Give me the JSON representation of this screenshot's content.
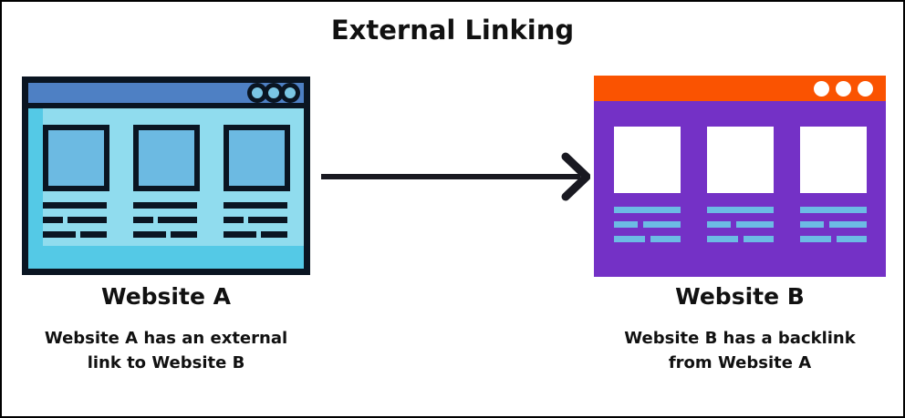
{
  "title": "External Linking",
  "palette": {
    "text": "#111111",
    "navy": "#0a1522",
    "header_blue": "#4e80c4",
    "body_light": "#90dcee",
    "accent_cyan": "#54c9e6",
    "square_blue": "#6cbae2",
    "dot_blue": "#7ac6e4",
    "orange": "#fa5301",
    "purple": "#7431c6",
    "bar_blue": "#6cbbe4",
    "white": "#ffffff",
    "arrow": "#191921"
  },
  "website_a": {
    "label": "Website A",
    "caption_line1": "Website A has an external",
    "caption_line2": "link to Website B"
  },
  "website_b": {
    "label": "Website B",
    "caption_line1": "Website B has a backlink",
    "caption_line2": "from Website A"
  },
  "icons": {
    "window_dots": "window-control-dots",
    "arrow": "right-arrow"
  }
}
